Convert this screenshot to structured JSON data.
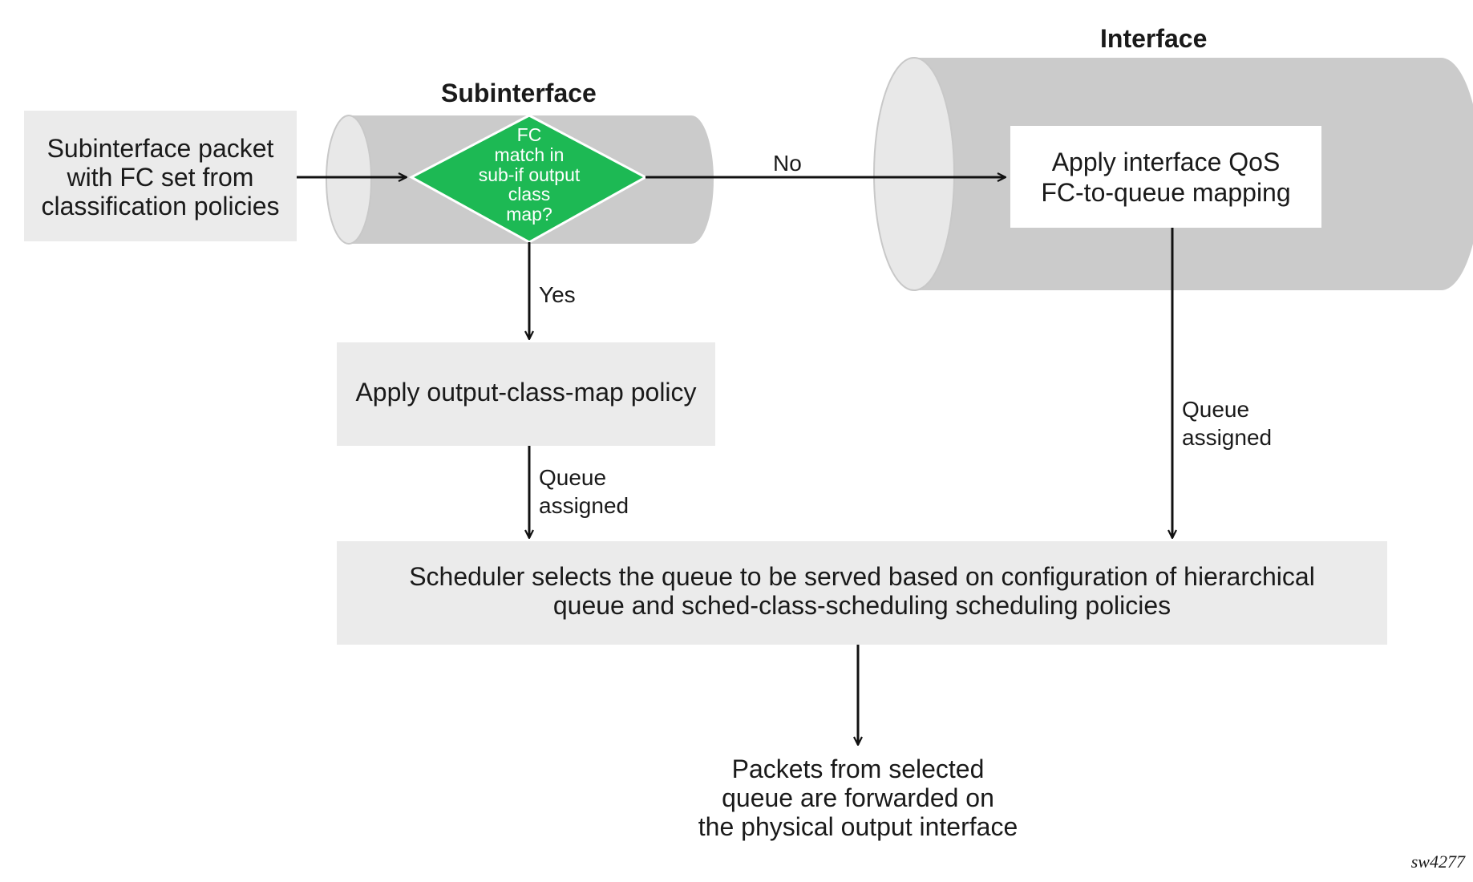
{
  "subinterface_title": "Subinterface",
  "interface_title": "Interface",
  "input_box": {
    "lines": [
      "Subinterface packet",
      "with FC set from",
      "classification policies"
    ]
  },
  "decision": {
    "lines": [
      "FC",
      "match in",
      "sub-if output",
      "class",
      "map?"
    ]
  },
  "no_label": "No",
  "yes_label": "Yes",
  "interface_box": {
    "lines": [
      "Apply interface QoS",
      "FC-to-queue mapping"
    ]
  },
  "class_map_box": {
    "label": "Apply output-class-map policy"
  },
  "queue_assigned_left": [
    "Queue",
    "assigned"
  ],
  "queue_assigned_right": [
    "Queue",
    "assigned"
  ],
  "scheduler_box": {
    "lines": [
      "Scheduler selects the queue to be served based on configuration of hierarchical",
      "queue and sched-class-scheduling scheduling policies"
    ]
  },
  "output_text": {
    "lines": [
      "Packets from selected",
      "queue are forwarded on",
      "the physical output interface"
    ]
  },
  "figure_id": "sw4277",
  "colors": {
    "cylinder_body": "#cbcbcb",
    "cylinder_face": "#e8e8e8",
    "box_fill": "#ebebeb",
    "decision_fill": "#1db954",
    "arrow": "#111111"
  }
}
